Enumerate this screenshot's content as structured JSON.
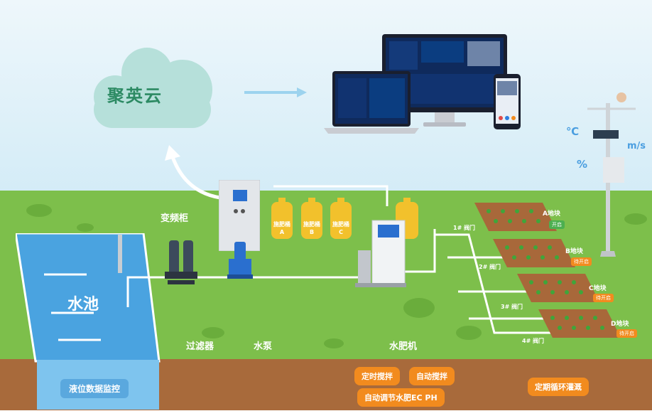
{
  "cloud": {
    "brand": "聚英云"
  },
  "weather": {
    "temp_unit": "℃",
    "wind_unit": "m/s",
    "humidity_unit": "%"
  },
  "labels": {
    "cabinet": "变频柜",
    "filter": "过滤器",
    "pump": "水泵",
    "fertilizer_machine": "水肥机",
    "pool": "水池"
  },
  "tanks": [
    {
      "line1": "施肥桶",
      "line2": "A"
    },
    {
      "line1": "施肥桶",
      "line2": "B"
    },
    {
      "line1": "施肥桶",
      "line2": "C"
    }
  ],
  "plots": [
    {
      "name": "A地块",
      "status": "开启",
      "valve": "1# 阀门"
    },
    {
      "name": "B地块",
      "status": "待开启",
      "valve": "2# 阀门"
    },
    {
      "name": "C地块",
      "status": "待开启",
      "valve": "3# 阀门"
    },
    {
      "name": "D地块",
      "status": "待开启",
      "valve": "4# 阀门"
    }
  ],
  "features": {
    "level_monitor": "液位数据监控",
    "timed_stir": "定时搅拌",
    "auto_stir": "自动搅拌",
    "auto_ec_ph": "自动调节水肥EC PH",
    "cycle_irrigation": "定期循环灌溉"
  },
  "colors": {
    "sky": "#dff0f8",
    "grass": "#7cc14a",
    "soil": "#a6683a",
    "water": "#4aa3e0",
    "accent": "#f28b1e",
    "status_on": "#4caf50"
  }
}
